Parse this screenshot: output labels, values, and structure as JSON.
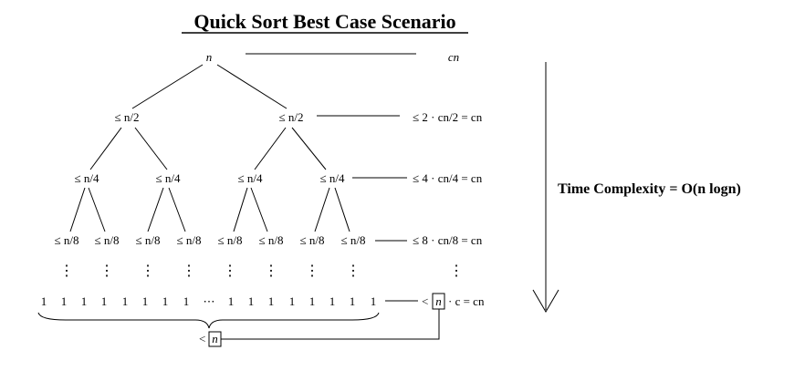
{
  "title": "Quick Sort Best Case Scenario",
  "tree": {
    "root": "n",
    "level1": [
      "≤ n/2",
      "≤ n/2"
    ],
    "level2": [
      "≤ n/4",
      "≤ n/4",
      "≤ n/4",
      "≤ n/4"
    ],
    "level3": [
      "≤ n/8",
      "≤ n/8",
      "≤ n/8",
      "≤ n/8",
      "≤ n/8",
      "≤ n/8",
      "≤ n/8",
      "≤ n/8"
    ],
    "vdots": "⋮",
    "leaf": "1",
    "ellipsis": "⋯"
  },
  "costs": {
    "root": "cn",
    "level1": "≤ 2 · cn/2 = cn",
    "level2": "≤ 4 · cn/4 = cn",
    "level3": "≤ 8 · cn/8 = cn",
    "leaves_lt": "<",
    "leaves_n": "n",
    "leaves_tail": "· c = cn"
  },
  "brace_label": {
    "lt": "<",
    "n": "n"
  },
  "time_complexity": "Time Complexity = O(n logn)"
}
